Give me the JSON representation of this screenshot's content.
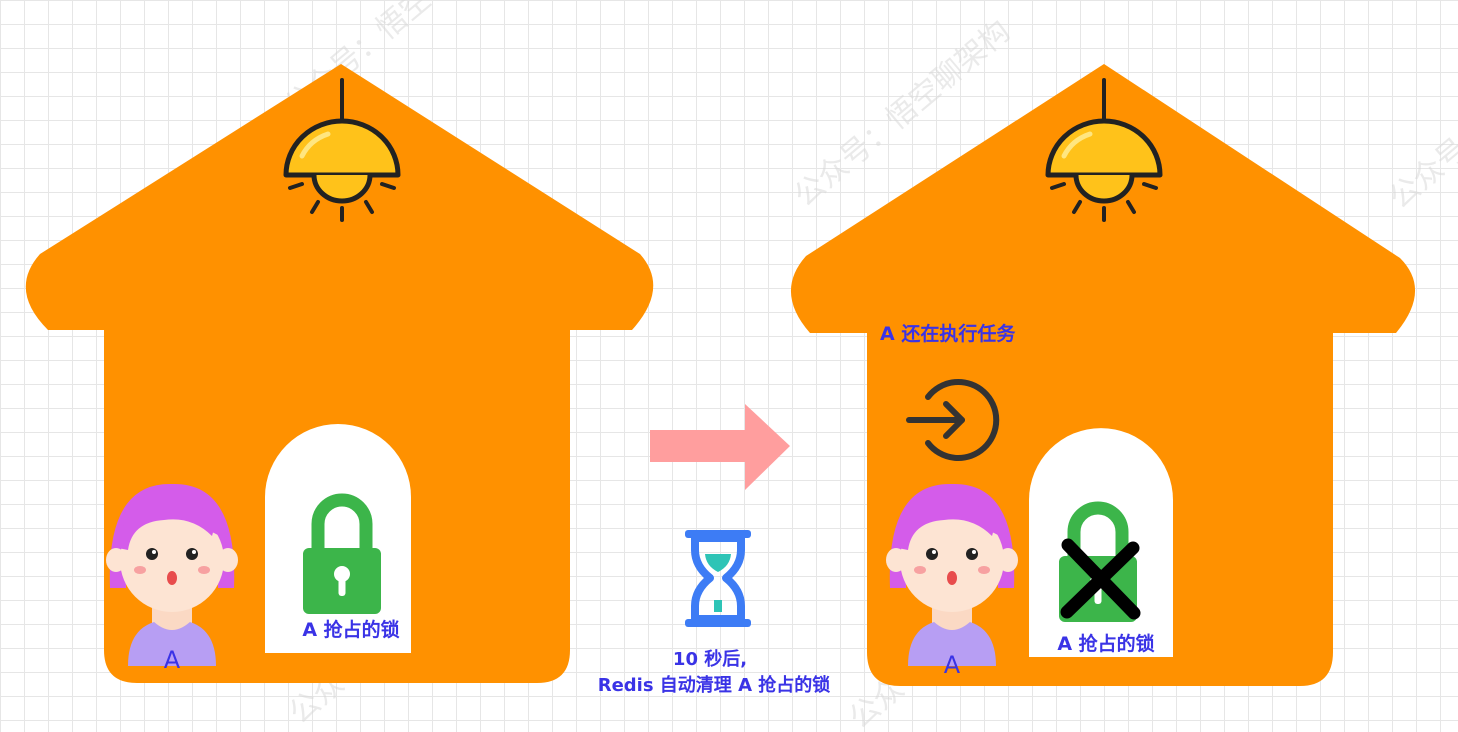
{
  "colors": {
    "house": "#ff9100",
    "label": "#3a33e6",
    "lock": "#3cb54a",
    "arrow": "#ff9e9e",
    "hourglass": "#3d7cf5",
    "sand": "#2ec4b6",
    "hair": "#d45cea",
    "shirt": "#b79ef3",
    "lamp": "#ffc21a"
  },
  "watermark": "公众号：悟空聊架构",
  "left_house": {
    "person_label": "A",
    "lock_label": "A 抢占的锁"
  },
  "transition": {
    "line1": "10 秒后,",
    "line2": "Redis 自动清理 A 抢占的锁"
  },
  "right_house": {
    "status_text": "A 还在执行任务",
    "person_label": "A",
    "lock_label": "A 抢占的锁"
  }
}
